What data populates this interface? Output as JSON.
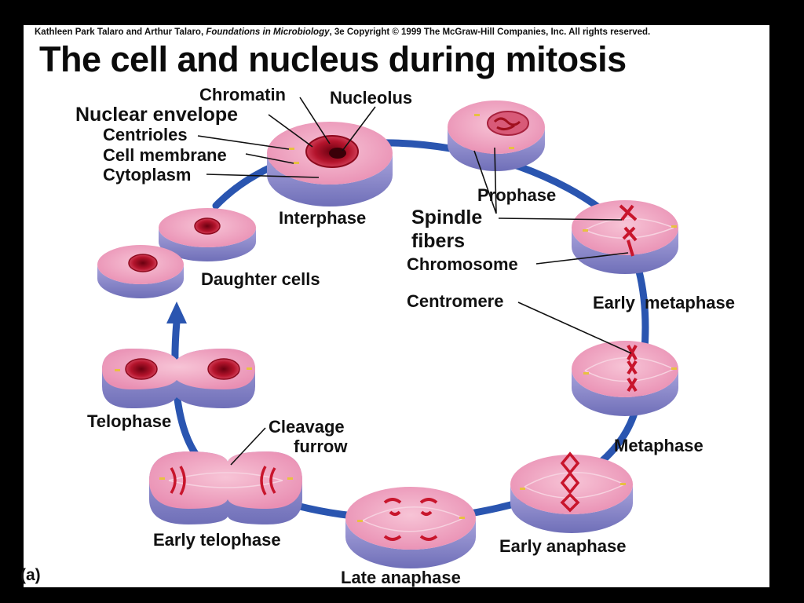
{
  "header": {
    "copyright_prefix": "Kathleen Park Talaro and Arthur Talaro, ",
    "copyright_book": "Foundations in Microbiology",
    "copyright_suffix": ", 3e Copyright © 1999 The McGraw-Hill Companies, Inc.  All rights reserved.",
    "title": "The cell and nucleus during mitosis"
  },
  "panel_letter": "(a)",
  "labels": {
    "chromatin": "Chromatin",
    "nucleolus": "Nucleolus",
    "nuclear_envelope": "Nuclear envelope",
    "centrioles": "Centrioles",
    "cell_membrane": "Cell membrane",
    "cytoplasm": "Cytoplasm",
    "interphase": "Interphase",
    "prophase": "Prophase",
    "spindle": "Spindle",
    "fibers": "fibers",
    "chromosome": "Chromosome",
    "early_metaphase": "Early  metaphase",
    "centromere": "Centromere",
    "metaphase": "Metaphase",
    "early_anaphase": "Early anaphase",
    "late_anaphase": "Late anaphase",
    "early_telophase": "Early telophase",
    "cleavage": "Cleavage",
    "furrow": "furrow",
    "telophase": "Telophase",
    "daughter_cells": "Daughter cells"
  },
  "colors": {
    "cycle_arrow": "#2a55b0",
    "cell_top": "#f2a8c4",
    "cell_side": "#8f8fcf",
    "chromosome": "#c8152c",
    "nucleus": "#b8102a",
    "centriole": "#e8c040"
  }
}
